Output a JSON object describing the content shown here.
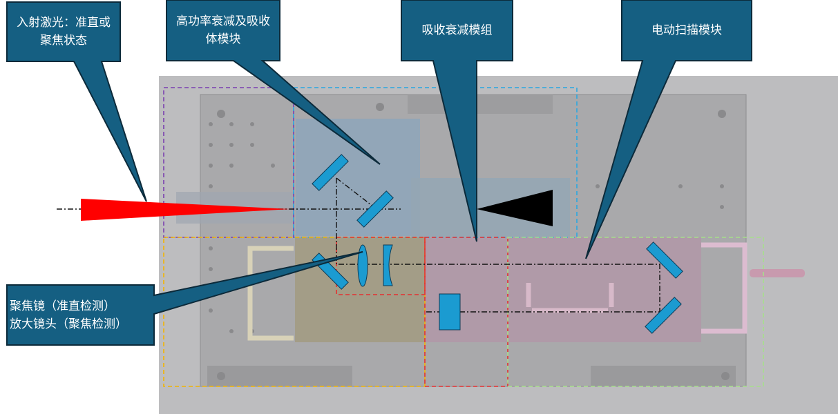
{
  "callouts": {
    "incident_laser": {
      "line1": "入射激光：准直或",
      "line2": "聚焦状态"
    },
    "high_power_module": {
      "line1": "高功率衰减及吸收",
      "line2": "体模块"
    },
    "absorb_module": {
      "text": "吸收衰减模组"
    },
    "scan_module": {
      "text": "电动扫描模块"
    },
    "lens": {
      "line1": "聚焦镜（准直检测）",
      "line2": "放大镜头（聚焦检测）"
    }
  },
  "colors": {
    "callout_fill": "#155f82",
    "callout_border": "#0c2a3a",
    "laser": "#ff0000",
    "mirror": "#1b9bd1",
    "box_purple": "#7a3fb0",
    "box_blue": "#2aa7e0",
    "box_yellow": "#f2b400",
    "box_red": "#e53030",
    "box_green": "#a6e08a"
  }
}
